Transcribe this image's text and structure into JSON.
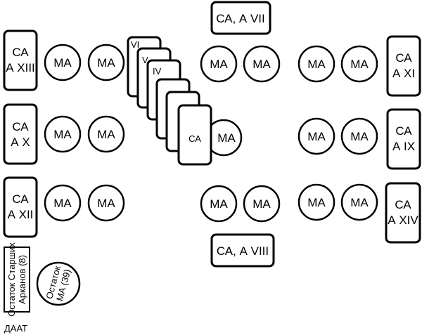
{
  "cards": {
    "ca_a7": {
      "lines": [
        "СА, А VII"
      ]
    },
    "ca_a8": {
      "lines": [
        "СА, А VIII"
      ]
    },
    "ca_a13": {
      "lines": [
        "СА",
        "А XIII"
      ]
    },
    "ca_a10": {
      "lines": [
        "СА",
        "А X"
      ]
    },
    "ca_a12": {
      "lines": [
        "СА",
        "А XII"
      ]
    },
    "ca_a11": {
      "lines": [
        "СА",
        "А XI"
      ]
    },
    "ca_a9": {
      "lines": [
        "СА",
        "А IX"
      ]
    },
    "ca_a14": {
      "lines": [
        "СА",
        "А XIV"
      ]
    }
  },
  "ma_label": "МА",
  "stack": {
    "labels": [
      "VI",
      "V",
      "IV",
      "",
      "",
      ""
    ],
    "front_label": "СА"
  },
  "remainder_arcana": {
    "lines": [
      "Остаток Старших",
      "Арканов (8)"
    ]
  },
  "remainder_minor": {
    "lines": [
      "Остаток",
      "МА (39)"
    ]
  },
  "daat_label": "ДААТ"
}
